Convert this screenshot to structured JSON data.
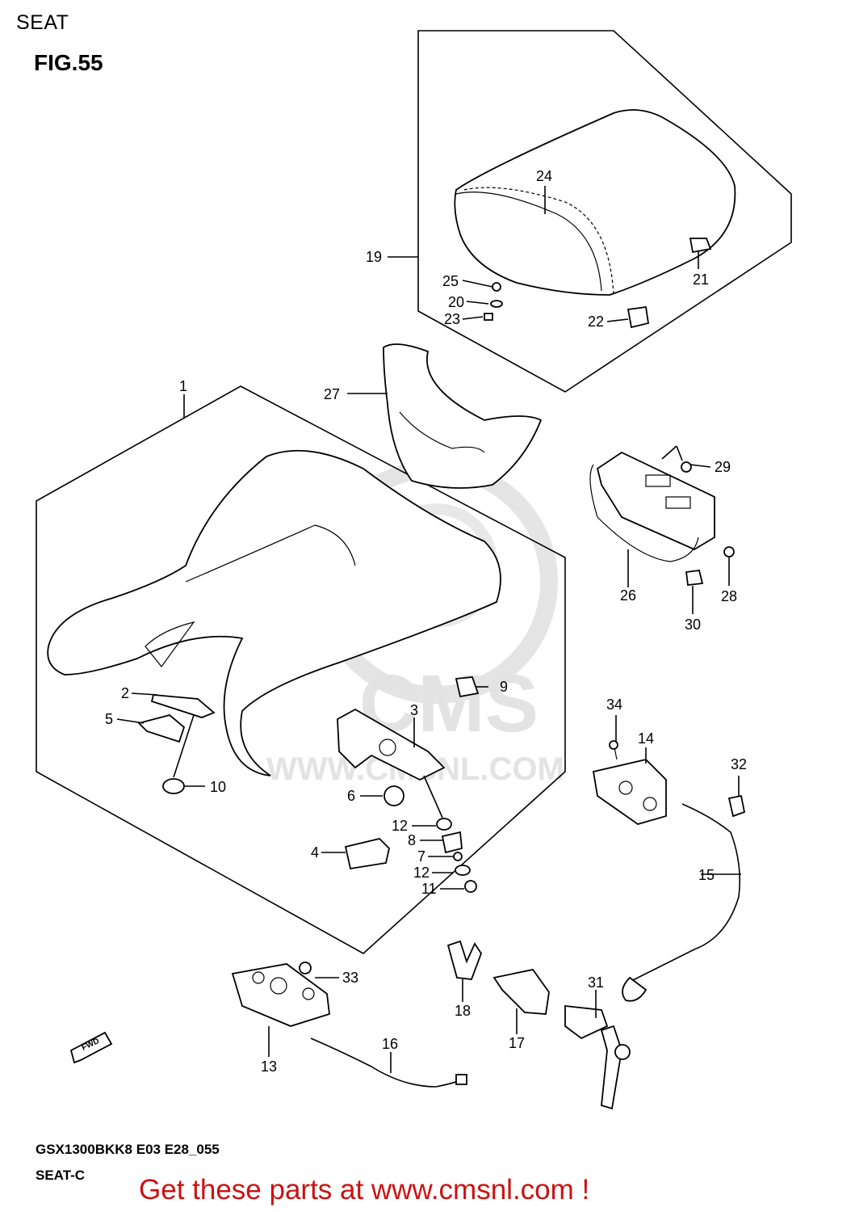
{
  "header": {
    "section": "SEAT",
    "figure": "FIG.55"
  },
  "watermark": {
    "brand": "CMS",
    "url": "WWW.CMSNL.COM"
  },
  "direction_label": "FWD",
  "parts": [
    {
      "ref": "1"
    },
    {
      "ref": "2"
    },
    {
      "ref": "3"
    },
    {
      "ref": "4"
    },
    {
      "ref": "5"
    },
    {
      "ref": "6"
    },
    {
      "ref": "7"
    },
    {
      "ref": "8"
    },
    {
      "ref": "9"
    },
    {
      "ref": "10"
    },
    {
      "ref": "11"
    },
    {
      "ref": "12"
    },
    {
      "ref": "12"
    },
    {
      "ref": "13"
    },
    {
      "ref": "14"
    },
    {
      "ref": "15"
    },
    {
      "ref": "16"
    },
    {
      "ref": "17"
    },
    {
      "ref": "18"
    },
    {
      "ref": "19"
    },
    {
      "ref": "20"
    },
    {
      "ref": "21"
    },
    {
      "ref": "22"
    },
    {
      "ref": "23"
    },
    {
      "ref": "24"
    },
    {
      "ref": "25"
    },
    {
      "ref": "26"
    },
    {
      "ref": "27"
    },
    {
      "ref": "28"
    },
    {
      "ref": "29"
    },
    {
      "ref": "30"
    },
    {
      "ref": "31"
    },
    {
      "ref": "32"
    },
    {
      "ref": "33"
    },
    {
      "ref": "34"
    }
  ],
  "footer": {
    "model_code": "GSX1300BKK8 E03 E28_055",
    "group": "SEAT-C",
    "cta": "Get these parts at www.cmsnl.com !"
  },
  "colors": {
    "cta": "#cc1111",
    "watermark": "#dddddd",
    "line": "#000000"
  }
}
